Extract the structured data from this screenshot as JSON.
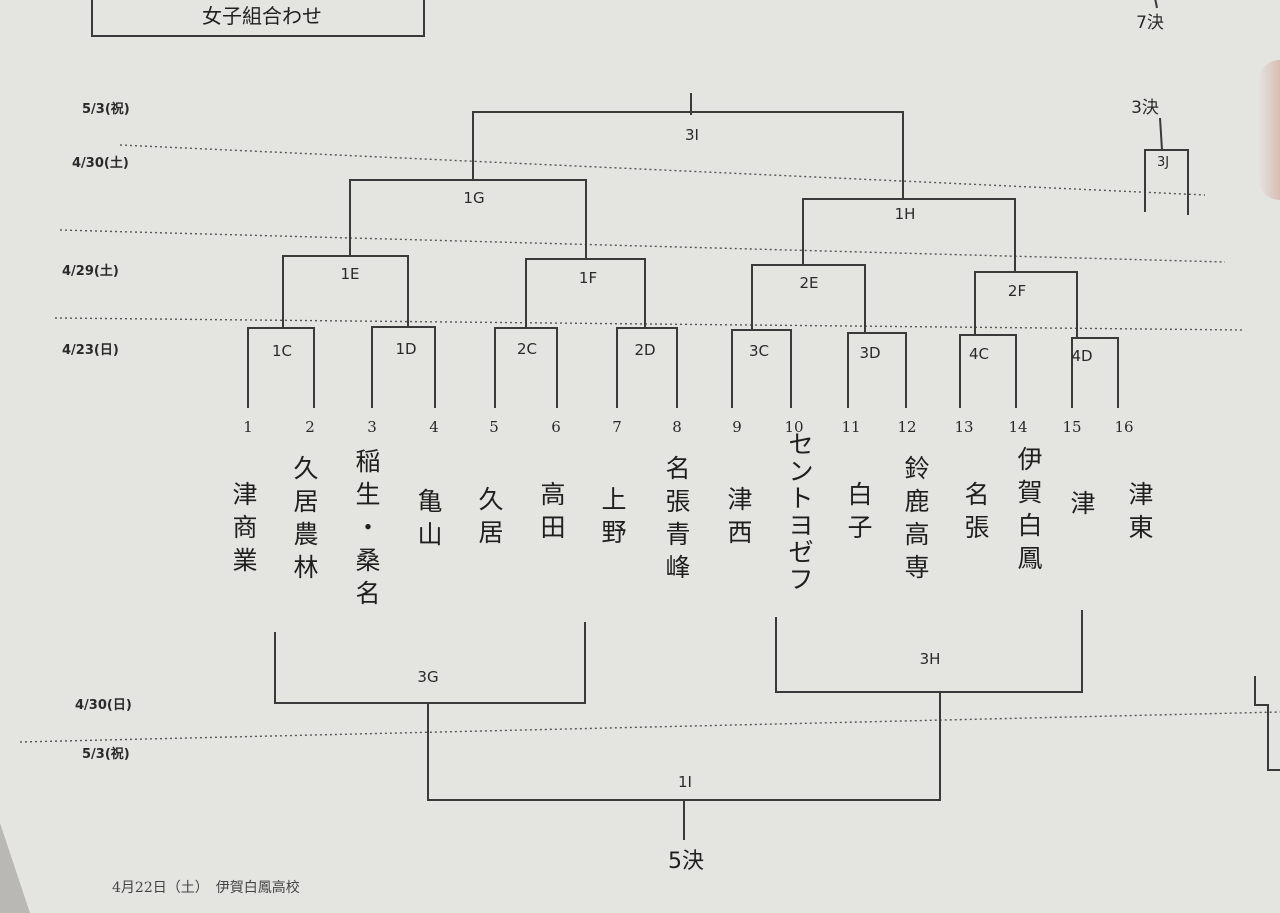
{
  "header": {
    "title": "女子組合わせ",
    "corner_top": "7決",
    "corner_third": "3決",
    "third_match": "3J"
  },
  "dates": {
    "d1": "5/3(祝)",
    "d2": "4/30(土)",
    "d3": "4/29(土)",
    "d4": "4/23(日)",
    "d5": "4/30(日)",
    "d6": "5/3(祝)"
  },
  "matches": {
    "m3I": "3I",
    "m1G": "1G",
    "m1H": "1H",
    "m1E": "1E",
    "m1F": "1F",
    "m2E": "2E",
    "m2F": "2F",
    "m1C": "1C",
    "m1D": "1D",
    "m2C": "2C",
    "m2D": "2D",
    "m3C": "3C",
    "m3D": "3D",
    "m4C": "4C",
    "m4D": "4D",
    "m3G": "3G",
    "m3H": "3H",
    "m1I": "1I"
  },
  "bracket": {
    "slots": [
      {
        "num": "1",
        "team": "津商業"
      },
      {
        "num": "2",
        "team": "久居農林"
      },
      {
        "num": "3",
        "team": "稲生・桑名"
      },
      {
        "num": "4",
        "team": "亀山"
      },
      {
        "num": "5",
        "team": "久居"
      },
      {
        "num": "6",
        "team": "高田"
      },
      {
        "num": "7",
        "team": "上野"
      },
      {
        "num": "8",
        "team": "名張青峰"
      },
      {
        "num": "9",
        "team": "津西"
      },
      {
        "num": "10",
        "team": "セントヨゼフ"
      },
      {
        "num": "11",
        "team": "白子"
      },
      {
        "num": "12",
        "team": "鈴鹿高専"
      },
      {
        "num": "13",
        "team": "名張"
      },
      {
        "num": "14",
        "team": "伊賀白鳳"
      },
      {
        "num": "15",
        "team": "津"
      },
      {
        "num": "16",
        "team": "津東"
      }
    ]
  },
  "fifth_place": "5決",
  "footer": {
    "text": "4月22日（土）　伊賀白鳳高校"
  }
}
